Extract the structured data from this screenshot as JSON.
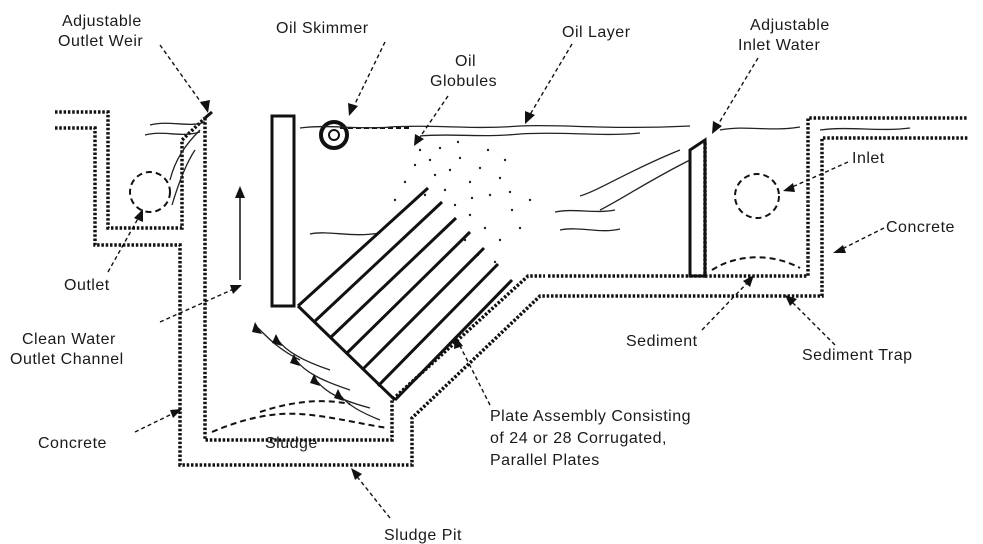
{
  "labels": {
    "adjustable_outlet_weir_1": "Adjustable",
    "adjustable_outlet_weir_2": "Outlet Weir",
    "oil_skimmer": "Oil Skimmer",
    "oil_globules_1": "Oil",
    "oil_globules_2": "Globules",
    "oil_layer": "Oil Layer",
    "adjustable_inlet_water_1": "Adjustable",
    "adjustable_inlet_water_2": "Inlet Water",
    "inlet": "Inlet",
    "concrete_right": "Concrete",
    "outlet": "Outlet",
    "clean_water_1": "Clean Water",
    "clean_water_2": "Outlet Channel",
    "sediment": "Sediment",
    "sediment_trap": "Sediment Trap",
    "concrete_left": "Concrete",
    "sludge": "Sludge",
    "plate_assembly_1": "Plate Assembly Consisting",
    "plate_assembly_2": "of 24 or 28 Corrugated,",
    "plate_assembly_3": "Parallel Plates",
    "sludge_pit": "Sludge Pit"
  }
}
